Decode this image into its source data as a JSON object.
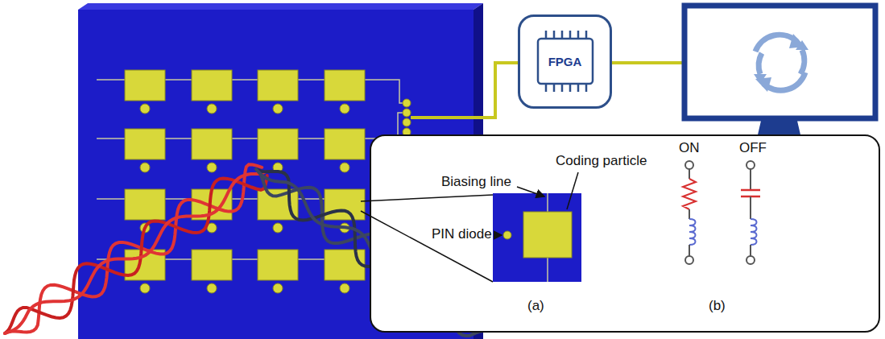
{
  "diagram": {
    "nodes": [
      {
        "text": [
          "FPGA"
        ]
      }
    ],
    "labels": [
      "Biasing line",
      "Coding particle",
      "ON",
      "OFF",
      "PIN diode",
      "(a)",
      "(b)"
    ]
  }
}
